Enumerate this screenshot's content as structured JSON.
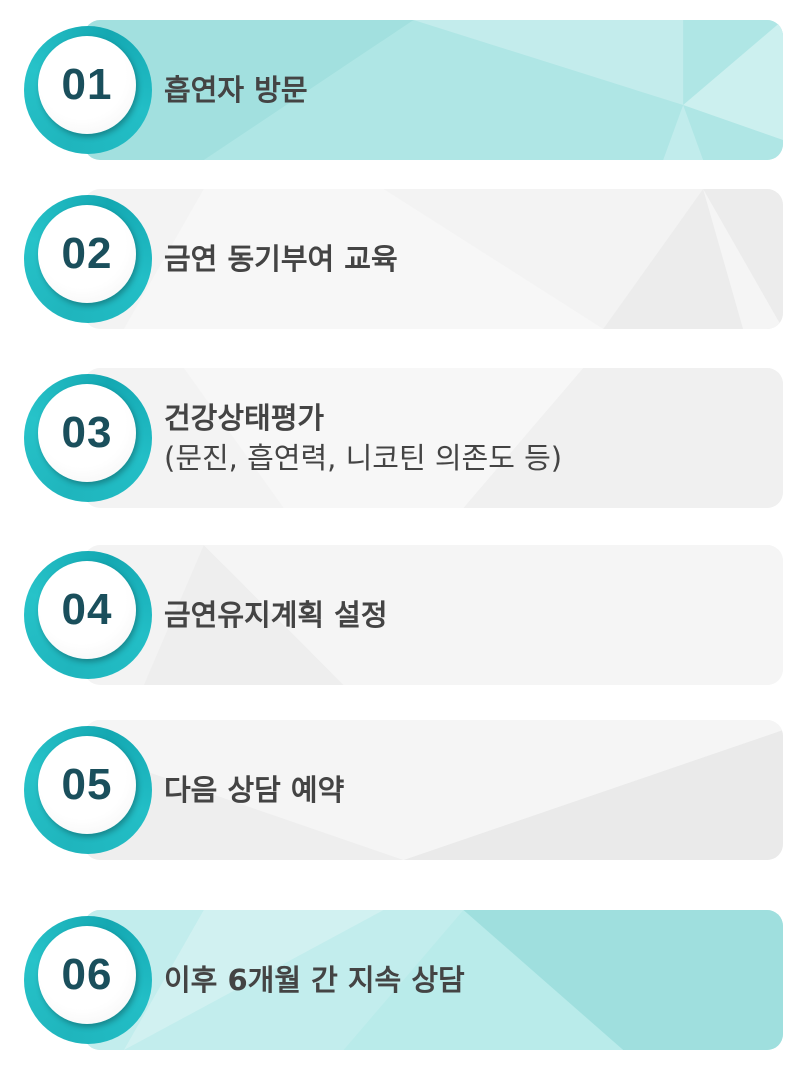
{
  "steps": [
    {
      "number": "01",
      "line1": "흡연자 방문",
      "line2": "",
      "style": "teal"
    },
    {
      "number": "02",
      "line1": "금연 동기부여 교육",
      "line2": "",
      "style": "gray"
    },
    {
      "number": "03",
      "line1": "건강상태평가",
      "line2": "(문진, 흡연력, 니코틴 의존도 등)",
      "style": "gray"
    },
    {
      "number": "04",
      "line1": "금연유지계획 설정",
      "line2": "",
      "style": "gray"
    },
    {
      "number": "05",
      "line1": "다음 상담 예약",
      "line2": "",
      "style": "gray"
    },
    {
      "number": "06",
      "line1": "이후 6개월 간 지속 상담",
      "line2": "",
      "style": "teal"
    }
  ],
  "colors": {
    "teal_bar": "#a2e0df",
    "gray_bar": "#f3f3f3",
    "badge_ring": "#1fb5bd",
    "number_text": "#1a4f5c",
    "label_text": "#444444"
  }
}
